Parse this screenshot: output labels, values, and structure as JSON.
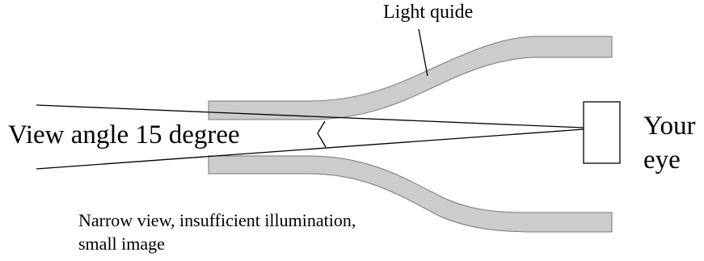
{
  "labels": {
    "light_guide": "Light quide",
    "view_angle": "View angle 15 degree",
    "your": "Your",
    "eye": "eye"
  },
  "caption": {
    "line1": "Narrow view, insufficient illumination,",
    "line2": "small image"
  },
  "colors": {
    "guide_fill": "#cccccc",
    "line": "#000000",
    "background": "#ffffff"
  }
}
